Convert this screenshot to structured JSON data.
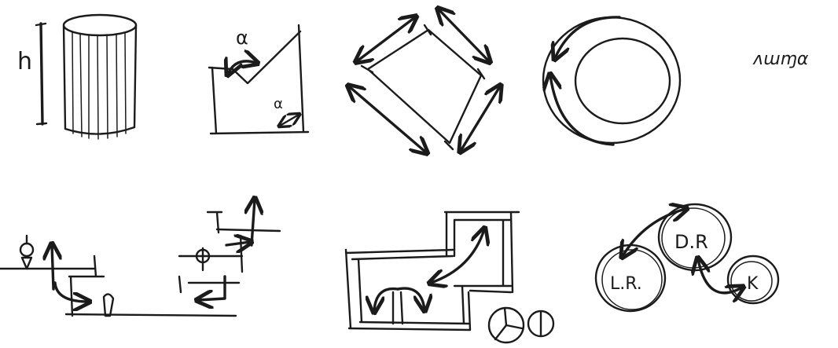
{
  "sketch": {
    "cylinder": {
      "height_label": "h"
    },
    "angle": {
      "label_big": "α",
      "label_small": "α"
    },
    "scribble": {
      "text": "ᴧɯɱα"
    },
    "rooms": {
      "dining": "D.R",
      "living": "L.R.",
      "kitchen": "K"
    }
  }
}
